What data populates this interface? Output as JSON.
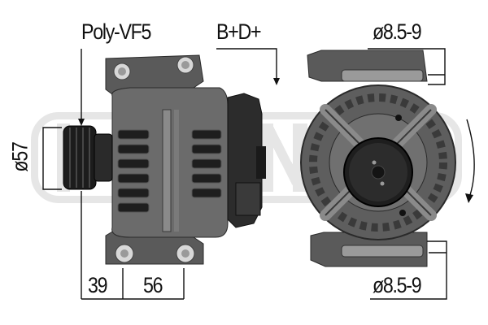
{
  "diagram": {
    "subject": "alternator",
    "watermark": {
      "shape": "rounded-rectangle",
      "color": "#e6e6e6"
    },
    "labels": {
      "pulley_type": "Poly-VF5",
      "terminal": "B+D+",
      "pulley_diameter": "ø57",
      "dim_left": "39",
      "dim_right": "56",
      "mount_top": "ø8.5-9",
      "mount_bottom": "ø8.5-9"
    },
    "rotation": {
      "direction": "clockwise"
    },
    "colors": {
      "line": "#111111",
      "body_dark": "#3a3a3a",
      "body_mid": "#6b6b6b",
      "body_light": "#9a9a9a"
    }
  }
}
